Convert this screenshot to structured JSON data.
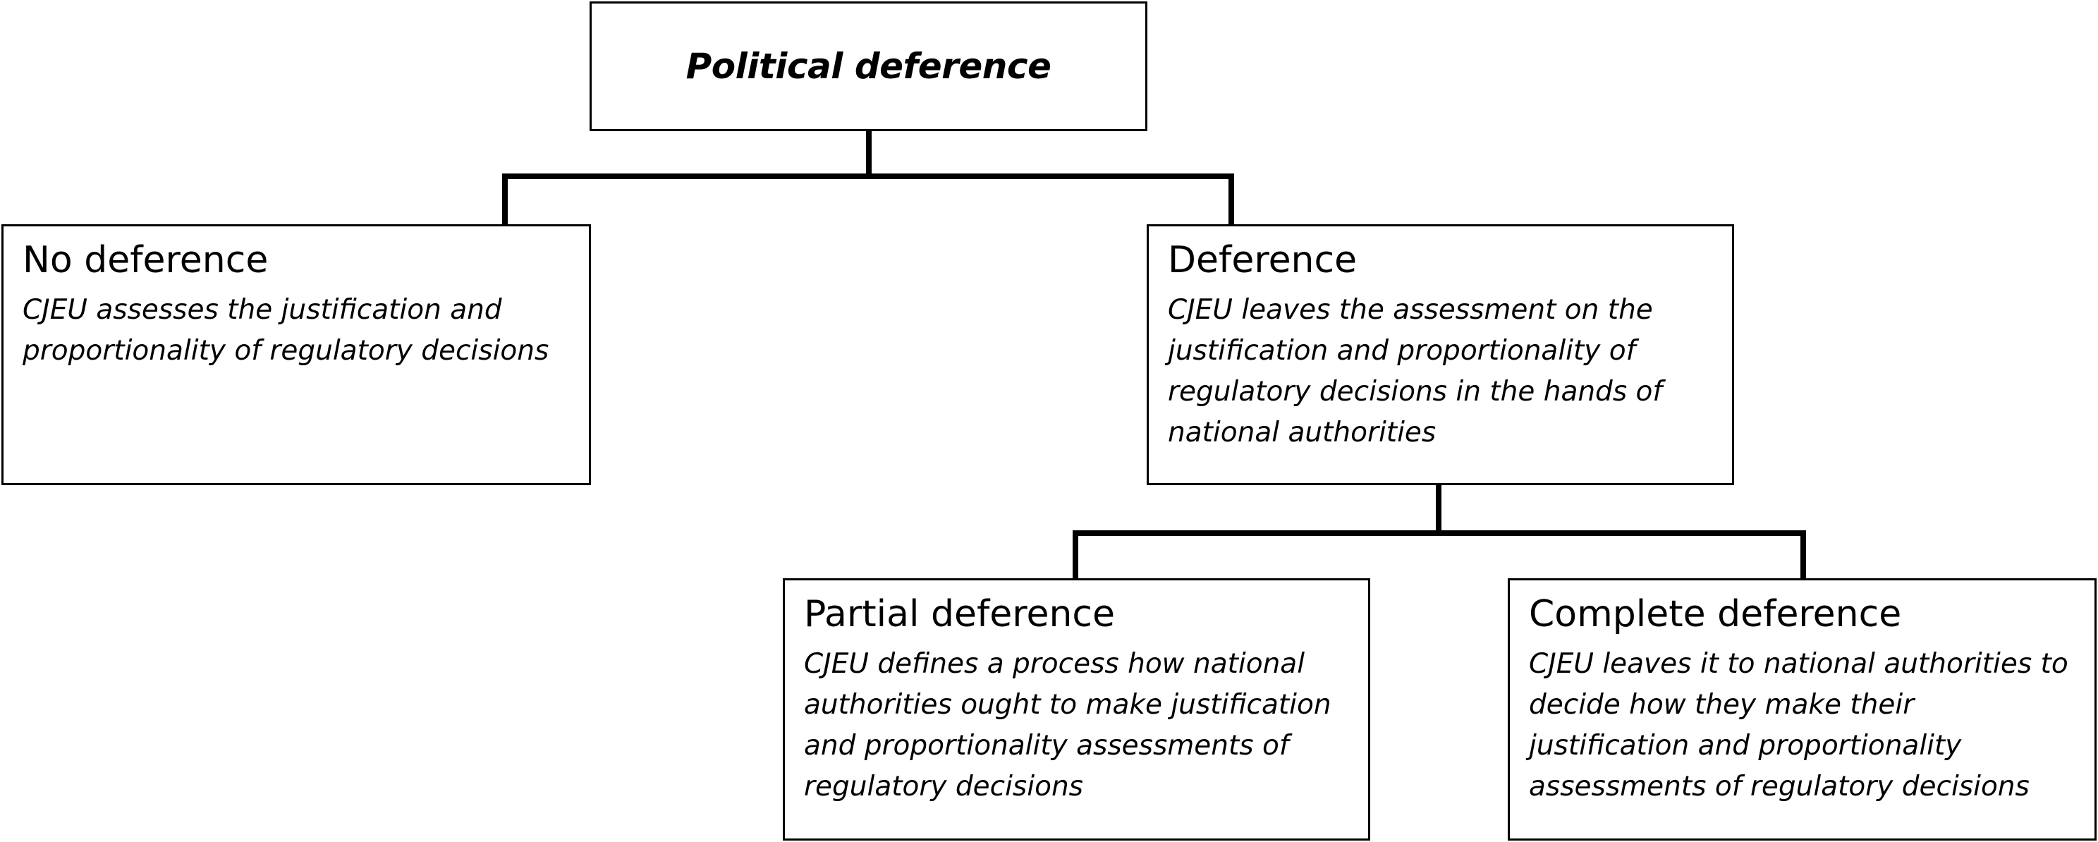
{
  "diagram": {
    "root": {
      "title": "Political deference"
    },
    "nodes": {
      "no_deference": {
        "title": "No deference",
        "description": [
          "CJEU assesses the justification and",
          "proportionality of regulatory decisions"
        ]
      },
      "deference": {
        "title": "Deference",
        "description": [
          "CJEU leaves the assessment on the",
          "justification and proportionality of",
          "regulatory decisions in the hands of",
          "national authorities"
        ]
      },
      "partial_deference": {
        "title": "Partial deference",
        "description": [
          "CJEU defines a process how national",
          "authorities ought to make justification",
          "and proportionality assessments of",
          "regulatory decisions"
        ]
      },
      "complete_deference": {
        "title": "Complete deference",
        "description": [
          "CJEU leaves it to national authorities to",
          "decide how they make their",
          "justification and proportionality",
          "assessments of regulatory decisions"
        ]
      }
    },
    "edges": [
      {
        "from": "Political deference",
        "to": "No deference"
      },
      {
        "from": "Political deference",
        "to": "Deference"
      },
      {
        "from": "Deference",
        "to": "Partial deference"
      },
      {
        "from": "Deference",
        "to": "Complete deference"
      }
    ],
    "colors": {
      "stroke": "#000000",
      "fill": "#ffffff",
      "text": "#000000"
    }
  }
}
